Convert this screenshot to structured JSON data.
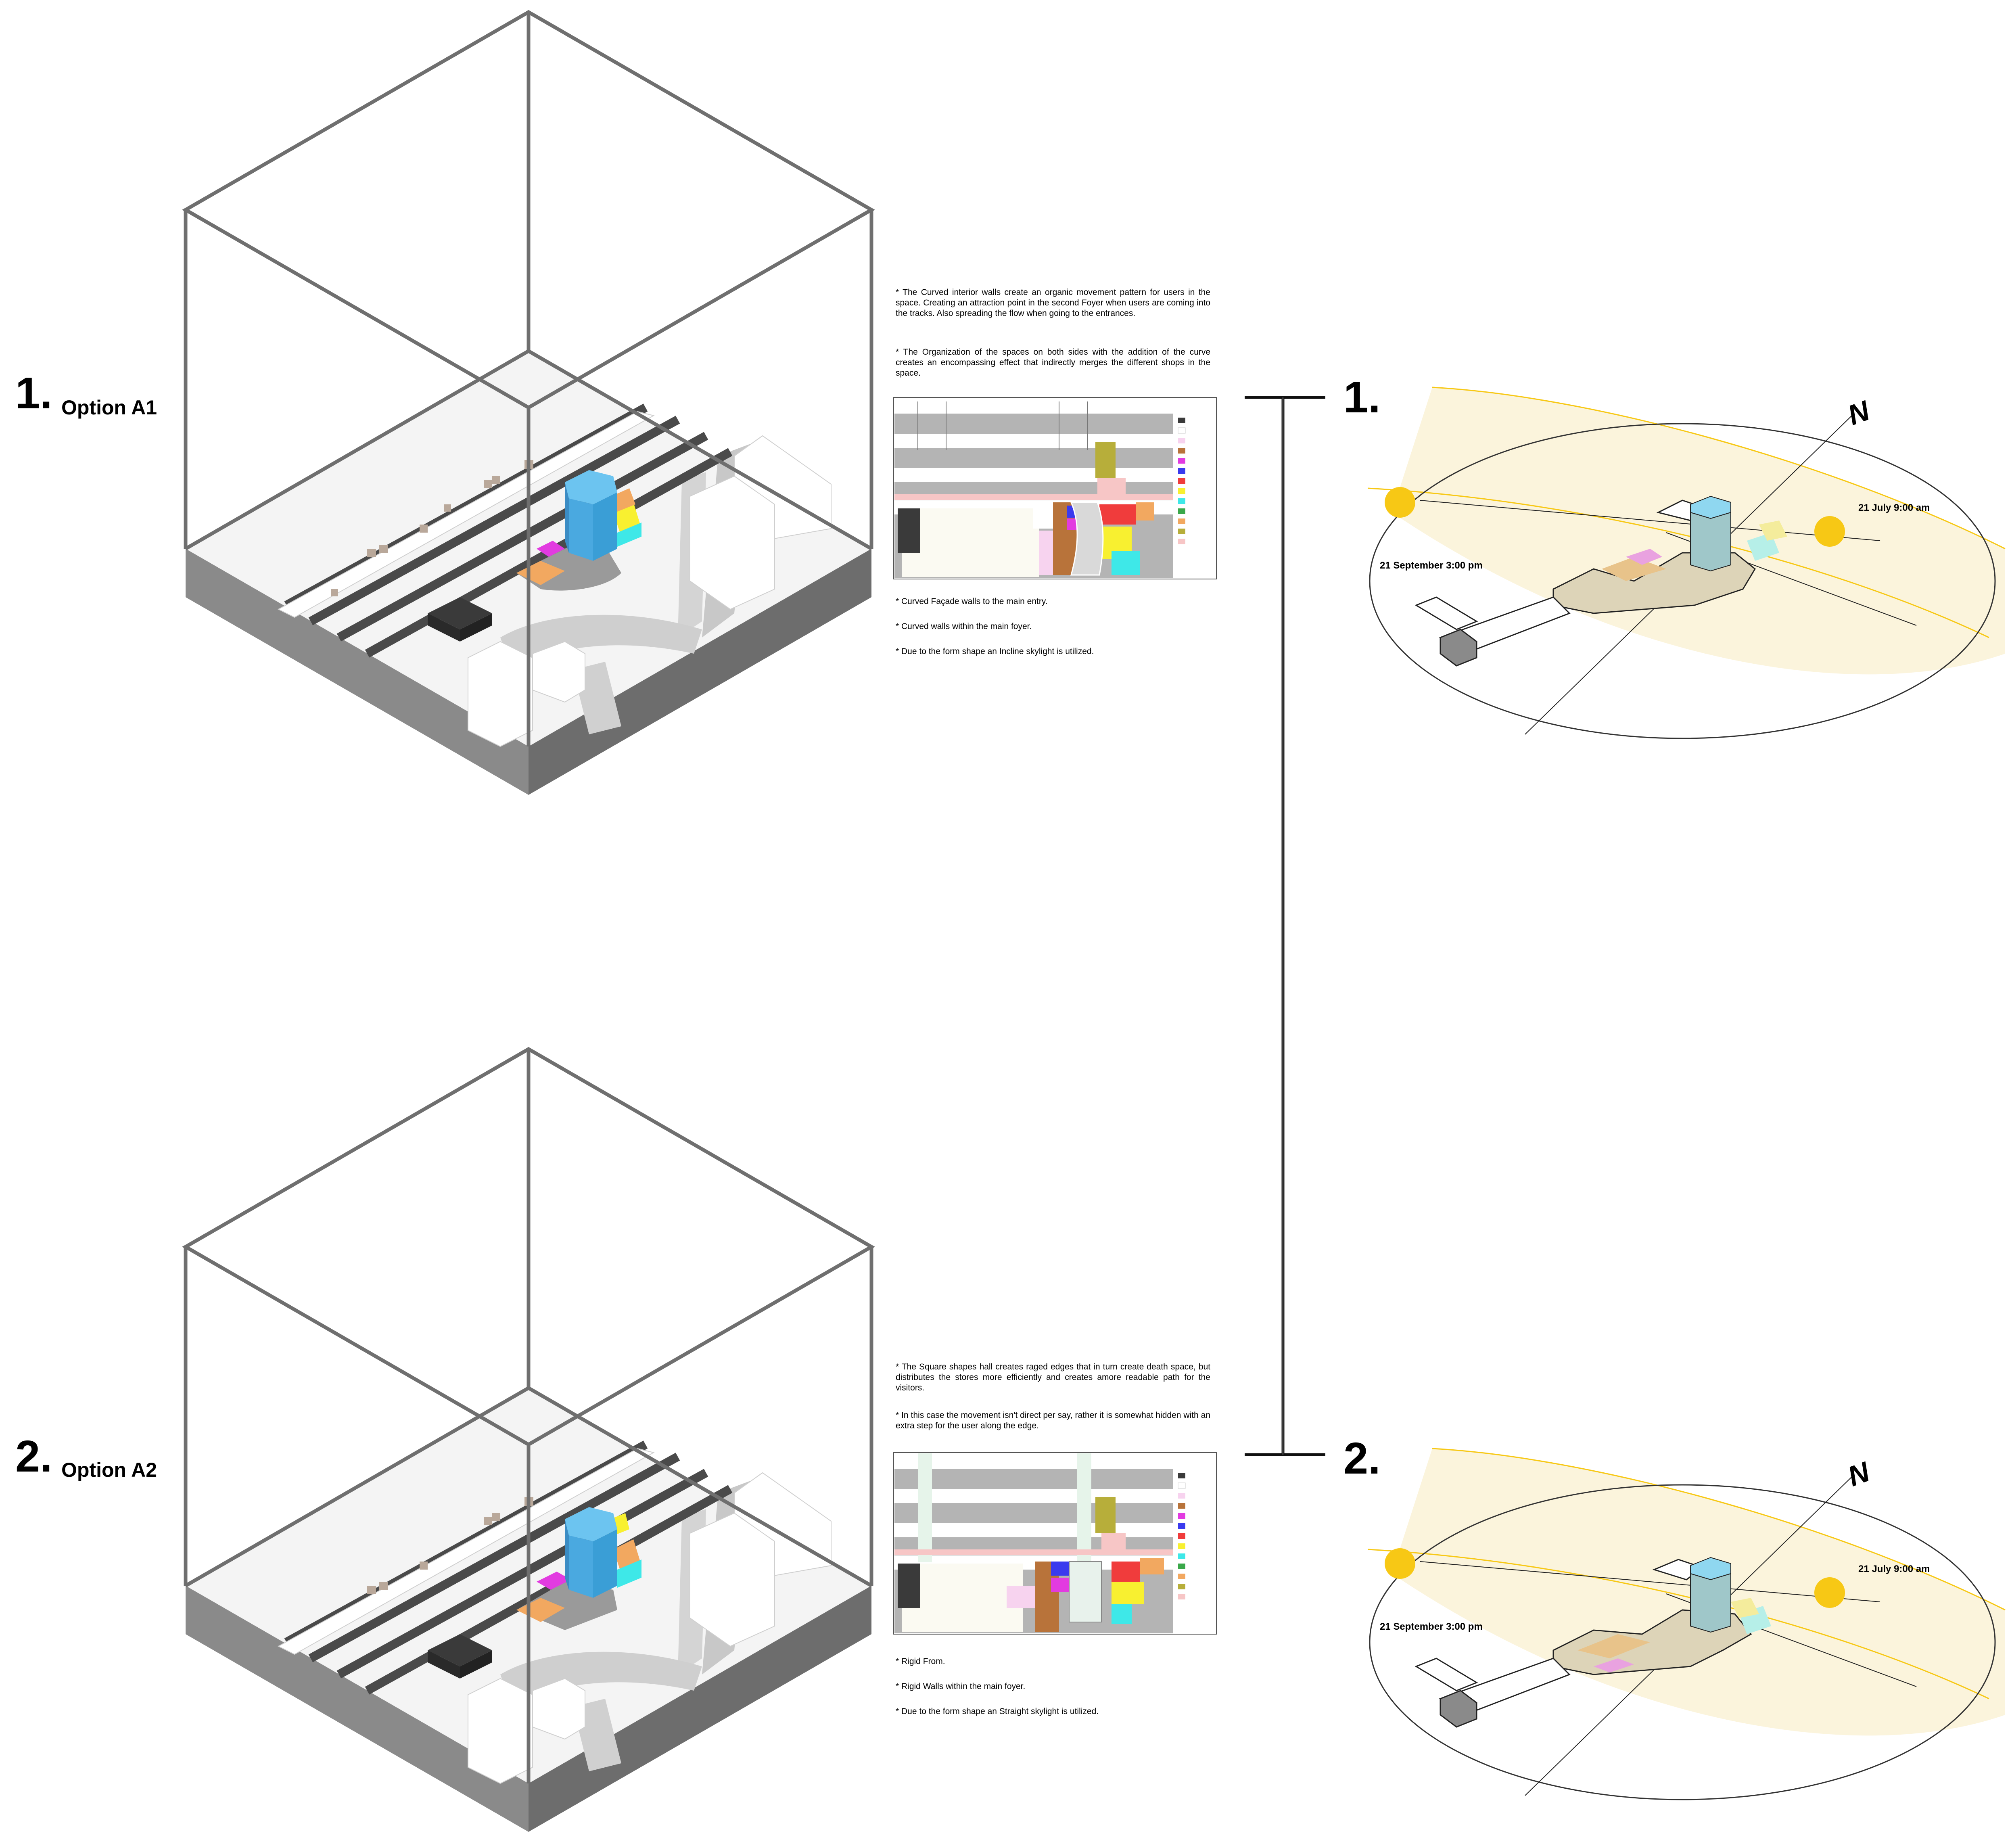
{
  "options": [
    {
      "number": "1.",
      "label": "Option A1",
      "paragraphs": [
        "* The Curved interior walls create an organic movement pattern for users in the space. Creating an attraction point in the second Foyer when users are coming into the tracks. Also spreading the flow when going to the entrances.",
        "* The Organization of the spaces on both sides with the addition of the curve creates an encompassing effect that indirectly merges the different shops in the space."
      ],
      "notes": [
        "* Curved Façade walls to the main entry.",
        "* Curved walls within the main foyer.",
        "* Due to the form shape an Incline skylight is utilized."
      ],
      "sun": {
        "number": "1.",
        "label_right": "21 July 9:00 am",
        "label_left": "21 September 3:00 pm",
        "north": "N"
      }
    },
    {
      "number": "2.",
      "label": "Option A2",
      "paragraphs": [
        "* The Square shapes hall creates raged edges that in turn create death space, but distributes the stores more efficiently and creates amore readable path for the visitors.",
        "* In this case the movement isn't direct per say, rather it is somewhat hidden with an extra step for the user along the edge."
      ],
      "notes": [
        "* Rigid From.",
        "* Rigid Walls within the main foyer.",
        "* Due to the form shape an Straight skylight is utilized."
      ],
      "sun": {
        "number": "2.",
        "label_right": "21 July 9:00 am",
        "label_left": "21 September 3:00 pm",
        "north": "N"
      }
    }
  ],
  "colors": {
    "tower": "#4aa9e0",
    "sun": "#f7c815",
    "sun_path": "#fbf3d8",
    "base": "#7d7d7d",
    "frame": "#6f6f6f",
    "rail": "#4a4a4a",
    "magenta": "#e23be0",
    "orange": "#f2a860",
    "yellow": "#f8f030",
    "cyan": "#3ee8e8",
    "brown": "#b8733a",
    "red": "#f03c3c",
    "blue": "#3a3aee",
    "olive": "#b7ae3a",
    "pink": "#f7c6c6",
    "green": "#3aa84a"
  }
}
